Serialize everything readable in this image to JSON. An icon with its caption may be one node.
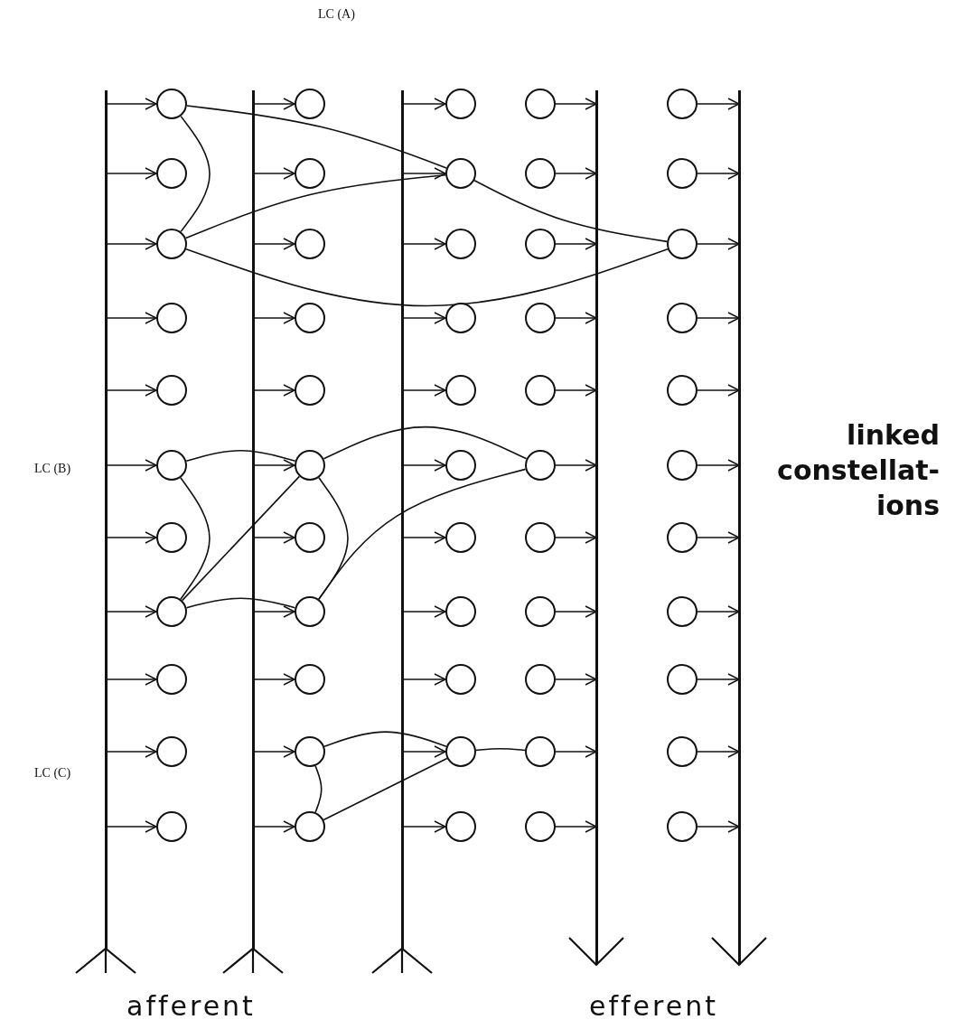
{
  "diagram": {
    "nodes": [
      {
        "text": [],
        "shape": "line"
      },
      {
        "text": [],
        "shape": "line"
      },
      {
        "text": [],
        "shape": "line"
      },
      {
        "text": [],
        "shape": "line"
      },
      {
        "text": [],
        "shape": "line"
      },
      {
        "text": [],
        "shape": "circle"
      },
      {
        "text": [],
        "shape": "circle"
      },
      {
        "text": [],
        "shape": "circle"
      },
      {
        "text": [],
        "shape": "circle"
      },
      {
        "text": [],
        "shape": "circle"
      },
      {
        "text": [],
        "shape": "circle"
      },
      {
        "text": [],
        "shape": "circle"
      },
      {
        "text": [],
        "shape": "circle"
      },
      {
        "text": [],
        "shape": "circle"
      },
      {
        "text": [],
        "shape": "circle"
      },
      {
        "text": [],
        "shape": "circle"
      },
      {
        "text": [],
        "shape": "circle"
      },
      {
        "text": [],
        "shape": "circle"
      },
      {
        "text": [],
        "shape": "circle"
      },
      {
        "text": [],
        "shape": "circle"
      },
      {
        "text": [],
        "shape": "circle"
      },
      {
        "text": [],
        "shape": "circle"
      },
      {
        "text": [],
        "shape": "circle"
      },
      {
        "text": [],
        "shape": "circle"
      },
      {
        "text": [],
        "shape": "circle"
      },
      {
        "text": [],
        "shape": "circle"
      },
      {
        "text": [],
        "shape": "circle"
      },
      {
        "text": [],
        "shape": "circle"
      },
      {
        "text": [],
        "shape": "circle"
      },
      {
        "text": [],
        "shape": "circle"
      },
      {
        "text": [],
        "shape": "circle"
      },
      {
        "text": [],
        "shape": "circle"
      },
      {
        "text": [],
        "shape": "circle"
      },
      {
        "text": [],
        "shape": "circle"
      },
      {
        "text": [],
        "shape": "circle"
      },
      {
        "text": [],
        "shape": "circle"
      },
      {
        "text": [],
        "shape": "circle"
      },
      {
        "text": [],
        "shape": "circle"
      },
      {
        "text": [],
        "shape": "circle"
      },
      {
        "text": [],
        "shape": "circle"
      },
      {
        "text": [],
        "shape": "circle"
      },
      {
        "text": [],
        "shape": "circle"
      },
      {
        "text": [],
        "shape": "circle"
      },
      {
        "text": [],
        "shape": "circle"
      },
      {
        "text": [],
        "shape": "circle"
      },
      {
        "text": [],
        "shape": "circle"
      },
      {
        "text": [],
        "shape": "circle"
      },
      {
        "text": [],
        "shape": "circle"
      },
      {
        "text": [],
        "shape": "circle"
      },
      {
        "text": [],
        "shape": "circle"
      },
      {
        "text": [],
        "shape": "circle"
      },
      {
        "text": [],
        "shape": "circle"
      },
      {
        "text": [],
        "shape": "circle"
      },
      {
        "text": [],
        "shape": "circle"
      },
      {
        "text": [],
        "shape": "circle"
      },
      {
        "text": [],
        "shape": "circle"
      },
      {
        "text": [],
        "shape": "circle"
      },
      {
        "text": [],
        "shape": "circle"
      },
      {
        "text": [],
        "shape": "circle"
      },
      {
        "text": [],
        "shape": "circle"
      }
    ],
    "edges": [
      {
        "from": 5,
        "to": 15,
        "arrow": "none"
      },
      {
        "from": 5,
        "to": 12,
        "arrow": "none"
      },
      {
        "from": 15,
        "to": 12,
        "arrow": "none"
      },
      {
        "from": 12,
        "to": 19,
        "arrow": "none"
      },
      {
        "from": 15,
        "to": 19,
        "arrow": "none"
      },
      {
        "from": 30,
        "to": 31,
        "arrow": "none"
      },
      {
        "from": 30,
        "to": 40,
        "arrow": "none"
      },
      {
        "from": 40,
        "to": 31,
        "arrow": "none"
      },
      {
        "from": 40,
        "to": 41,
        "arrow": "none"
      },
      {
        "from": 31,
        "to": 41,
        "arrow": "none"
      },
      {
        "from": 31,
        "to": 33,
        "arrow": "none"
      },
      {
        "from": 41,
        "to": 33,
        "arrow": "none"
      },
      {
        "from": 51,
        "to": 52,
        "arrow": "none"
      },
      {
        "from": 51,
        "to": 56,
        "arrow": "none"
      },
      {
        "from": 56,
        "to": 52,
        "arrow": "none"
      },
      {
        "from": 52,
        "to": 53,
        "arrow": "none"
      },
      {
        "from": 0,
        "to": 5,
        "arrow": "to"
      },
      {
        "from": 1,
        "to": 6,
        "arrow": "to"
      },
      {
        "from": 2,
        "to": 7,
        "arrow": "to"
      },
      {
        "from": 8,
        "to": 3,
        "arrow": "to"
      },
      {
        "from": 9,
        "to": 4,
        "arrow": "to"
      },
      {
        "from": 0,
        "to": 10,
        "arrow": "to"
      },
      {
        "from": 1,
        "to": 11,
        "arrow": "to"
      },
      {
        "from": 2,
        "to": 12,
        "arrow": "to"
      },
      {
        "from": 13,
        "to": 3,
        "arrow": "to"
      },
      {
        "from": 14,
        "to": 4,
        "arrow": "to"
      },
      {
        "from": 0,
        "to": 15,
        "arrow": "to"
      },
      {
        "from": 1,
        "to": 16,
        "arrow": "to"
      },
      {
        "from": 2,
        "to": 17,
        "arrow": "to"
      },
      {
        "from": 18,
        "to": 3,
        "arrow": "to"
      },
      {
        "from": 19,
        "to": 4,
        "arrow": "to"
      },
      {
        "from": 0,
        "to": 20,
        "arrow": "to"
      },
      {
        "from": 1,
        "to": 21,
        "arrow": "to"
      },
      {
        "from": 2,
        "to": 22,
        "arrow": "to"
      },
      {
        "from": 23,
        "to": 3,
        "arrow": "to"
      },
      {
        "from": 24,
        "to": 4,
        "arrow": "to"
      },
      {
        "from": 0,
        "to": 25,
        "arrow": "to"
      },
      {
        "from": 1,
        "to": 26,
        "arrow": "to"
      },
      {
        "from": 2,
        "to": 27,
        "arrow": "to"
      },
      {
        "from": 28,
        "to": 3,
        "arrow": "to"
      },
      {
        "from": 29,
        "to": 4,
        "arrow": "to"
      },
      {
        "from": 0,
        "to": 30,
        "arrow": "to"
      },
      {
        "from": 1,
        "to": 31,
        "arrow": "to"
      },
      {
        "from": 2,
        "to": 32,
        "arrow": "to"
      },
      {
        "from": 33,
        "to": 3,
        "arrow": "to"
      },
      {
        "from": 34,
        "to": 4,
        "arrow": "to"
      },
      {
        "from": 0,
        "to": 35,
        "arrow": "to"
      },
      {
        "from": 1,
        "to": 36,
        "arrow": "to"
      },
      {
        "from": 2,
        "to": 37,
        "arrow": "to"
      },
      {
        "from": 38,
        "to": 3,
        "arrow": "to"
      },
      {
        "from": 39,
        "to": 4,
        "arrow": "to"
      },
      {
        "from": 0,
        "to": 40,
        "arrow": "to"
      },
      {
        "from": 1,
        "to": 41,
        "arrow": "to"
      },
      {
        "from": 2,
        "to": 42,
        "arrow": "to"
      },
      {
        "from": 43,
        "to": 3,
        "arrow": "to"
      },
      {
        "from": 44,
        "to": 4,
        "arrow": "to"
      },
      {
        "from": 0,
        "to": 45,
        "arrow": "to"
      },
      {
        "from": 1,
        "to": 46,
        "arrow": "to"
      },
      {
        "from": 2,
        "to": 47,
        "arrow": "to"
      },
      {
        "from": 48,
        "to": 3,
        "arrow": "to"
      },
      {
        "from": 49,
        "to": 4,
        "arrow": "to"
      },
      {
        "from": 0,
        "to": 50,
        "arrow": "to"
      },
      {
        "from": 1,
        "to": 51,
        "arrow": "to"
      },
      {
        "from": 2,
        "to": 52,
        "arrow": "to"
      },
      {
        "from": 53,
        "to": 3,
        "arrow": "to"
      },
      {
        "from": 54,
        "to": 4,
        "arrow": "to"
      },
      {
        "from": 0,
        "to": 55,
        "arrow": "to"
      },
      {
        "from": 1,
        "to": 56,
        "arrow": "to"
      },
      {
        "from": 2,
        "to": 57,
        "arrow": "to"
      },
      {
        "from": 58,
        "to": 3,
        "arrow": "to"
      },
      {
        "from": 59,
        "to": 4,
        "arrow": "to"
      }
    ],
    "labels": [
      "LC (A)",
      "LC (B)",
      "LC (C)",
      "linked constellat- ions",
      "afferent",
      "efferent"
    ]
  }
}
